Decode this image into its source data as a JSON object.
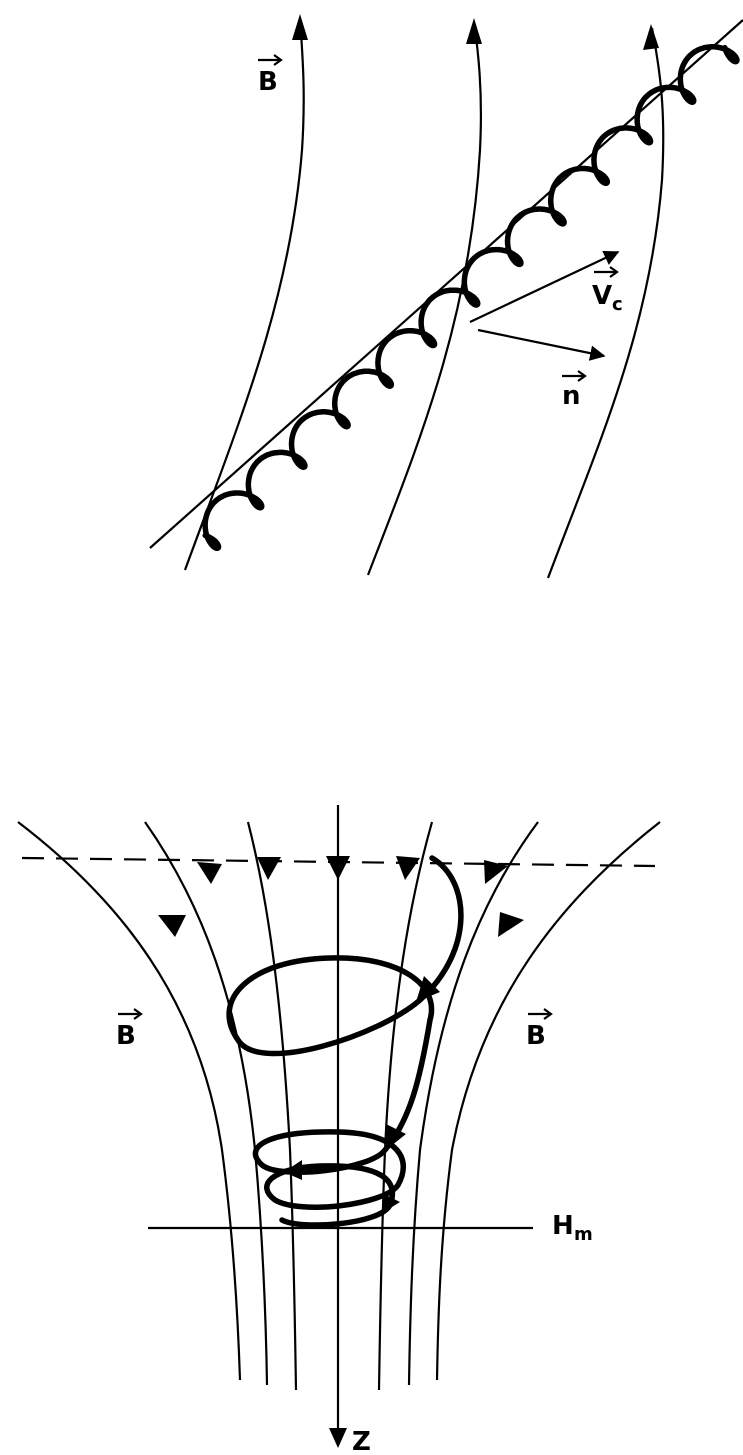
{
  "top_diagram": {
    "b_label": "B",
    "vc_label": "V",
    "vc_subscript": "c",
    "n_label": "n"
  },
  "bottom_diagram": {
    "b_left_label": "B",
    "b_right_label": "B",
    "hm_label": "H",
    "hm_subscript": "m",
    "z_label": "Z"
  }
}
